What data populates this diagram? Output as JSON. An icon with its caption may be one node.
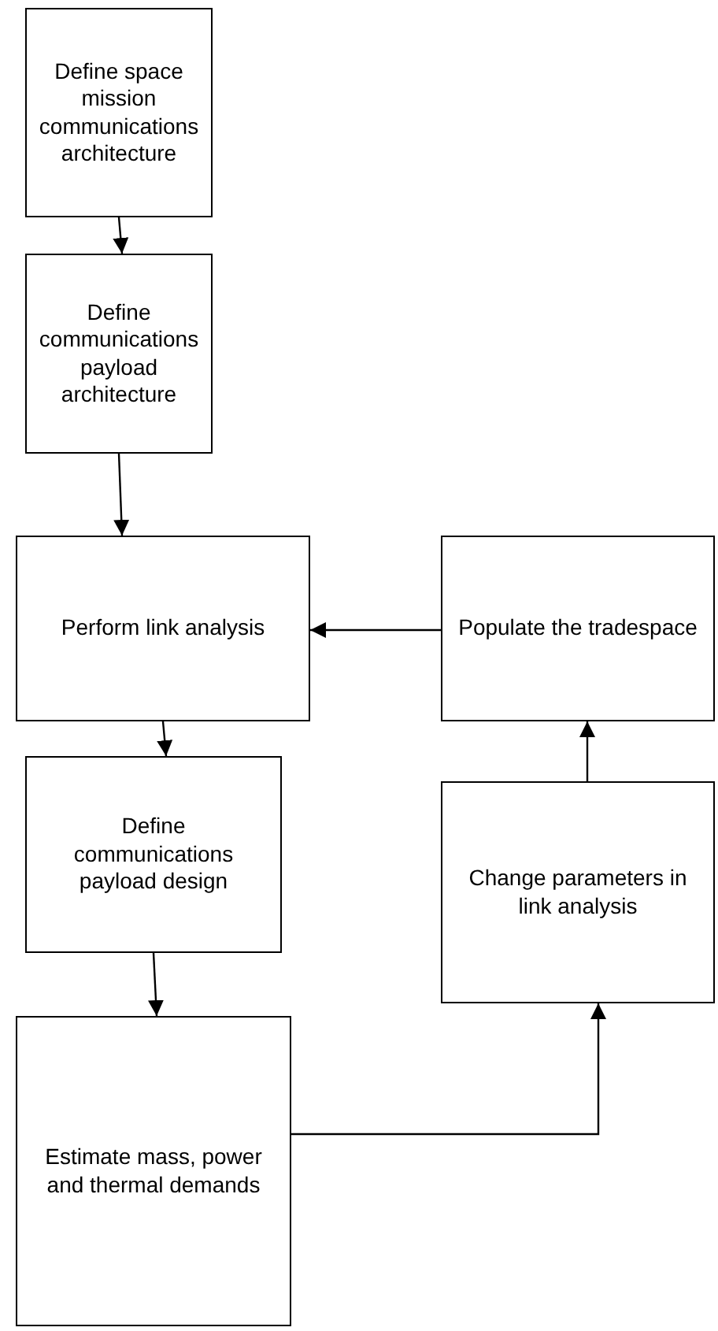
{
  "diagram": {
    "nodes": [
      {
        "text": [
          "Define space mission communications architecture"
        ]
      },
      {
        "text": [
          "Define communications payload architecture"
        ]
      },
      {
        "text": [
          "Perform link analysis"
        ]
      },
      {
        "text": [
          "Populate the tradespace"
        ]
      },
      {
        "text": [
          "Define communications payload design"
        ]
      },
      {
        "text": [
          "Change parameters in link analysis"
        ]
      },
      {
        "text": [
          "Estimate mass, power and thermal demands"
        ]
      }
    ],
    "edges": [
      {
        "from": 0,
        "to": 1,
        "arrow": "to"
      },
      {
        "from": 1,
        "to": 2,
        "arrow": "to"
      },
      {
        "from": 3,
        "to": 2,
        "arrow": "to"
      },
      {
        "from": 2,
        "to": 4,
        "arrow": "to"
      },
      {
        "from": 4,
        "to": 6,
        "arrow": "to"
      },
      {
        "from": 6,
        "to": 5,
        "arrow": "to"
      },
      {
        "from": 5,
        "to": 3,
        "arrow": "to"
      }
    ]
  }
}
